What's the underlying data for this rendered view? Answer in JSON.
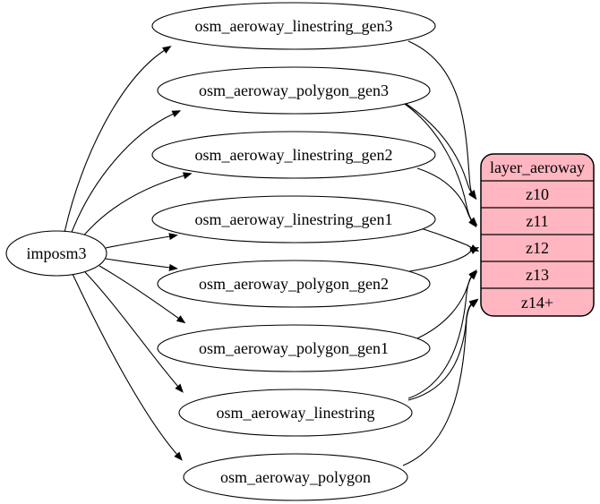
{
  "diagram_type": "graphviz-dependency-graph",
  "source": {
    "label": "imposm3"
  },
  "tables": [
    {
      "label": "osm_aeroway_linestring_gen3"
    },
    {
      "label": "osm_aeroway_polygon_gen3"
    },
    {
      "label": "osm_aeroway_linestring_gen2"
    },
    {
      "label": "osm_aeroway_linestring_gen1"
    },
    {
      "label": "osm_aeroway_polygon_gen2"
    },
    {
      "label": "osm_aeroway_polygon_gen1"
    },
    {
      "label": "osm_aeroway_linestring"
    },
    {
      "label": "osm_aeroway_polygon"
    }
  ],
  "layer": {
    "title": "layer_aeroway",
    "rows": [
      {
        "label": "z10"
      },
      {
        "label": "z11"
      },
      {
        "label": "z12"
      },
      {
        "label": "z13"
      },
      {
        "label": "z14+"
      }
    ],
    "fill": "#ffb6c1",
    "stroke": "#000000"
  },
  "colors": {
    "background": "#ffffff",
    "node_fill": "#ffffff",
    "edge_stroke": "#000000",
    "layer_fill": "#ffb6c1"
  },
  "edges": {
    "from_source": [
      {
        "from": "imposm3",
        "to": "osm_aeroway_linestring_gen3"
      },
      {
        "from": "imposm3",
        "to": "osm_aeroway_polygon_gen3"
      },
      {
        "from": "imposm3",
        "to": "osm_aeroway_linestring_gen2"
      },
      {
        "from": "imposm3",
        "to": "osm_aeroway_linestring_gen1"
      },
      {
        "from": "imposm3",
        "to": "osm_aeroway_polygon_gen2"
      },
      {
        "from": "imposm3",
        "to": "osm_aeroway_polygon_gen1"
      },
      {
        "from": "imposm3",
        "to": "osm_aeroway_linestring"
      },
      {
        "from": "imposm3",
        "to": "osm_aeroway_polygon"
      }
    ],
    "to_layer": [
      {
        "from": "osm_aeroway_linestring_gen3",
        "to": "z10"
      },
      {
        "from": "osm_aeroway_polygon_gen3",
        "to": "z10"
      },
      {
        "from": "osm_aeroway_polygon_gen3",
        "to": "z11"
      },
      {
        "from": "osm_aeroway_linestring_gen2",
        "to": "z11"
      },
      {
        "from": "osm_aeroway_linestring_gen1",
        "to": "z12"
      },
      {
        "from": "osm_aeroway_polygon_gen2",
        "to": "z12"
      },
      {
        "from": "osm_aeroway_polygon_gen1",
        "to": "z13"
      },
      {
        "from": "osm_aeroway_linestring",
        "to": "z13"
      },
      {
        "from": "osm_aeroway_linestring",
        "to": "z14+"
      },
      {
        "from": "osm_aeroway_polygon",
        "to": "z14+"
      }
    ]
  }
}
